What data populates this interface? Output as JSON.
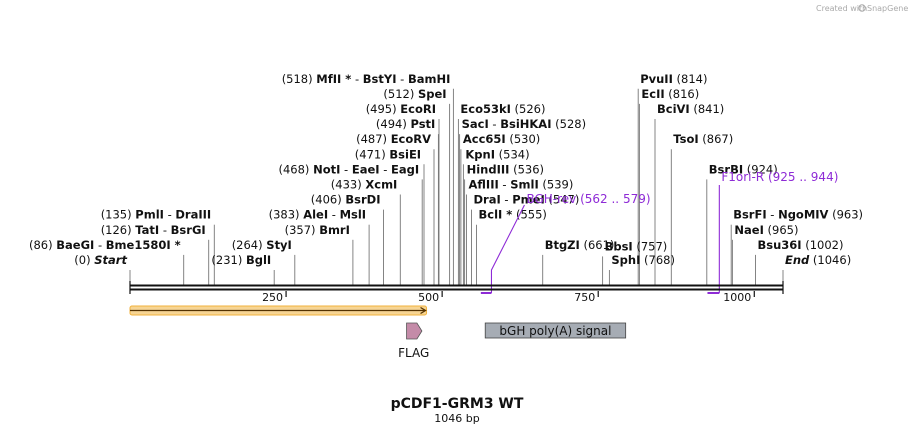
{
  "credit": {
    "prefix": "Created with",
    "brand": "SnapGene"
  },
  "plasmid": {
    "name": "pCDF1-GRM3 WT",
    "size_label": "1046 bp",
    "length": 1046
  },
  "colors": {
    "primer": "#8e2bd6",
    "orf": "#f1b23c",
    "flag": "#c48ba8",
    "polya": "#a6acb4",
    "backbone": "#111111"
  },
  "ticks": [
    {
      "pos": 250,
      "label": "250"
    },
    {
      "pos": 500,
      "label": "500"
    },
    {
      "pos": 750,
      "label": "750"
    },
    {
      "pos": 1000,
      "label": "1000"
    }
  ],
  "sites": [
    {
      "pos": 0,
      "level": 0,
      "side": "left",
      "parts": [
        {
          "name": "Start",
          "pos": "(0)",
          "italic": true
        }
      ]
    },
    {
      "pos": 86,
      "level": 1,
      "side": "left",
      "parts": [
        {
          "name": "BaeGI",
          "pos": "(86)"
        },
        {
          "name": "Bme1580I *"
        }
      ]
    },
    {
      "pos": 126,
      "level": 2,
      "side": "left",
      "parts": [
        {
          "name": "TatI",
          "pos": "(126)"
        },
        {
          "name": "BsrGI"
        }
      ]
    },
    {
      "pos": 135,
      "level": 3,
      "side": "left",
      "parts": [
        {
          "name": "PmlI",
          "pos": "(135)"
        },
        {
          "name": "DraIII"
        }
      ]
    },
    {
      "pos": 231,
      "level": 0,
      "side": "left",
      "parts": [
        {
          "name": "BglI",
          "pos": "(231)"
        }
      ]
    },
    {
      "pos": 264,
      "level": 1,
      "side": "left",
      "parts": [
        {
          "name": "StyI",
          "pos": "(264)"
        }
      ]
    },
    {
      "pos": 357,
      "level": 2,
      "side": "left",
      "parts": [
        {
          "name": "BmrI",
          "pos": "(357)"
        }
      ]
    },
    {
      "pos": 383,
      "level": 3,
      "side": "left",
      "parts": [
        {
          "name": "AleI",
          "pos": "(383)"
        },
        {
          "name": "MslI"
        }
      ]
    },
    {
      "pos": 406,
      "level": 4,
      "side": "left",
      "parts": [
        {
          "name": "BsrDI",
          "pos": "(406)"
        }
      ]
    },
    {
      "pos": 433,
      "level": 5,
      "side": "left",
      "parts": [
        {
          "name": "XcmI",
          "pos": "(433)"
        }
      ]
    },
    {
      "pos": 468,
      "level": 6,
      "side": "left",
      "parts": [
        {
          "name": "NotI",
          "pos": "(468)"
        },
        {
          "name": "EaeI"
        },
        {
          "name": "EagI"
        }
      ]
    },
    {
      "pos": 471,
      "level": 7,
      "side": "left",
      "parts": [
        {
          "name": "BsiEI",
          "pos": "(471)"
        }
      ]
    },
    {
      "pos": 487,
      "level": 8,
      "side": "left",
      "parts": [
        {
          "name": "EcoRV",
          "pos": "(487)"
        }
      ]
    },
    {
      "pos": 494,
      "level": 9,
      "side": "left",
      "parts": [
        {
          "name": "PstI",
          "pos": "(494)"
        }
      ]
    },
    {
      "pos": 495,
      "level": 10,
      "side": "left",
      "parts": [
        {
          "name": "EcoRI",
          "pos": "(495)"
        }
      ]
    },
    {
      "pos": 512,
      "level": 11,
      "side": "left",
      "parts": [
        {
          "name": "SpeI",
          "pos": "(512)"
        }
      ]
    },
    {
      "pos": 518,
      "level": 12,
      "side": "left",
      "parts": [
        {
          "name": "MfII *",
          "pos": "(518)"
        },
        {
          "name": "BstYI"
        },
        {
          "name": "BamHI"
        }
      ]
    },
    {
      "pos": 526,
      "level": 10,
      "side": "right",
      "parts": [
        {
          "name": "Eco53kI",
          "pos": "(526)"
        }
      ]
    },
    {
      "pos": 528,
      "level": 9,
      "side": "right",
      "parts": [
        {
          "name": "SacI"
        },
        {
          "name": "BsiHKAI",
          "pos": "(528)"
        }
      ]
    },
    {
      "pos": 530,
      "level": 8,
      "side": "right",
      "parts": [
        {
          "name": "Acc65I",
          "pos": "(530)"
        }
      ]
    },
    {
      "pos": 534,
      "level": 7,
      "side": "right",
      "parts": [
        {
          "name": "KpnI",
          "pos": "(534)"
        }
      ]
    },
    {
      "pos": 536,
      "level": 6,
      "side": "right",
      "parts": [
        {
          "name": "HindIII",
          "pos": "(536)"
        }
      ]
    },
    {
      "pos": 539,
      "level": 5,
      "side": "right",
      "parts": [
        {
          "name": "AflIII"
        },
        {
          "name": "SmlI",
          "pos": "(539)"
        }
      ]
    },
    {
      "pos": 547,
      "level": 4,
      "side": "right",
      "parts": [
        {
          "name": "DraI"
        },
        {
          "name": "PmeI",
          "pos": "(547)"
        }
      ]
    },
    {
      "pos": 555,
      "level": 3,
      "side": "right",
      "parts": [
        {
          "name": "BclI *",
          "pos": "(555)"
        }
      ]
    },
    {
      "pos": 661,
      "level": 1,
      "side": "right",
      "parts": [
        {
          "name": "BtgZI",
          "pos": "(661)"
        }
      ]
    },
    {
      "pos": 757,
      "level": 0.9,
      "side": "right",
      "parts": [
        {
          "name": "BbsI",
          "pos": "(757)"
        }
      ]
    },
    {
      "pos": 768,
      "level": 0,
      "side": "right",
      "parts": [
        {
          "name": "SphI",
          "pos": "(768)"
        }
      ]
    },
    {
      "pos": 814,
      "level": 12,
      "side": "right",
      "parts": [
        {
          "name": "PvuII",
          "pos": "(814)"
        }
      ]
    },
    {
      "pos": 816,
      "level": 11,
      "side": "right",
      "parts": [
        {
          "name": "EcII",
          "pos": "(816)"
        }
      ]
    },
    {
      "pos": 841,
      "level": 10,
      "side": "right",
      "parts": [
        {
          "name": "BciVI",
          "pos": "(841)"
        }
      ]
    },
    {
      "pos": 867,
      "level": 8,
      "side": "right",
      "parts": [
        {
          "name": "TsoI",
          "pos": "(867)"
        }
      ]
    },
    {
      "pos": 924,
      "level": 6,
      "side": "right",
      "parts": [
        {
          "name": "BsrBI",
          "pos": "(924)"
        }
      ]
    },
    {
      "pos": 963,
      "level": 3,
      "side": "right",
      "parts": [
        {
          "name": "BsrFI"
        },
        {
          "name": "NgoMIV",
          "pos": "(963)"
        }
      ]
    },
    {
      "pos": 965,
      "level": 2,
      "side": "right",
      "parts": [
        {
          "name": "NaeI",
          "pos": "(965)"
        }
      ]
    },
    {
      "pos": 1002,
      "level": 1,
      "side": "right",
      "parts": [
        {
          "name": "Bsu36I",
          "pos": "(1002)"
        }
      ]
    },
    {
      "pos": 1046,
      "level": 0,
      "side": "right",
      "parts": [
        {
          "name": "End",
          "pos": "(1046)",
          "italic": true
        }
      ]
    }
  ],
  "primers": [
    {
      "name": "BGH-rev",
      "range": "(562 .. 579)",
      "start": 562,
      "end": 579
    },
    {
      "name": "F1ori-R",
      "range": "(925 .. 944)",
      "start": 925,
      "end": 944
    }
  ],
  "features": [
    {
      "name": "ORF",
      "start": 0,
      "end": 475,
      "kind": "orf"
    },
    {
      "name": "FLAG",
      "start": 443,
      "end": 466,
      "kind": "flag",
      "label": "FLAG"
    },
    {
      "name": "bGH poly(A) signal",
      "start": 569,
      "end": 794,
      "kind": "polya",
      "label": "bGH poly(A) signal"
    }
  ]
}
